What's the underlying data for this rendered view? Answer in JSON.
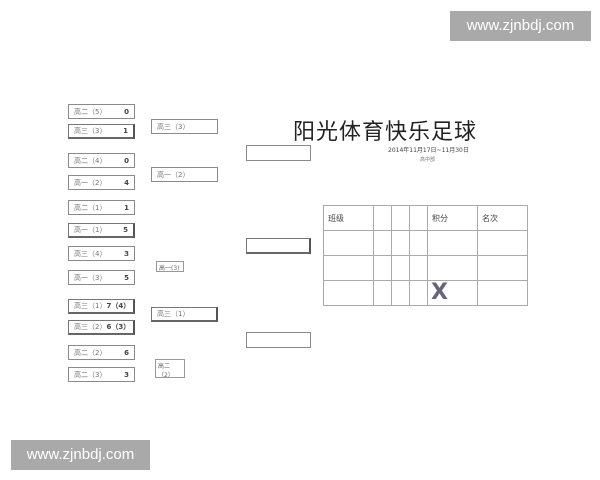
{
  "watermarks": {
    "top": "www.zjnbdj.com",
    "bottom": "www.zjnbdj.com"
  },
  "header": {
    "title": "阳光体育快乐足球",
    "date_range": "2014年11月17日~11月30日",
    "department": "高中部"
  },
  "bracket": {
    "round1": [
      {
        "team": "高二（5）",
        "score": "0"
      },
      {
        "team": "高三（3）",
        "score": "1"
      },
      {
        "team": "高二（4）",
        "score": "0"
      },
      {
        "team": "高一（2）",
        "score": "4"
      },
      {
        "team": "高二（1）",
        "score": "1"
      },
      {
        "team": "高一（1）",
        "score": "5"
      },
      {
        "team": "高三（4）",
        "score": "3"
      },
      {
        "team": "高一（3）",
        "score": "5"
      },
      {
        "team": "高三（1）",
        "score": "7（4）"
      },
      {
        "team": "高三（2）",
        "score": "6（3）"
      },
      {
        "team": "高二（2）",
        "score": "6"
      },
      {
        "team": "高二（3）",
        "score": "3"
      }
    ],
    "round2": [
      {
        "team": "高三（3）"
      },
      {
        "team": "高一（2）"
      },
      {
        "team": "高一(3)"
      },
      {
        "team": "高三（1）"
      },
      {
        "team": "高二（2）"
      }
    ],
    "round3": [
      {
        "team": ""
      },
      {
        "team": ""
      },
      {
        "team": ""
      }
    ]
  },
  "standings": {
    "headers": [
      "班级",
      "",
      "",
      "",
      "积分",
      "名次"
    ],
    "rows": [
      [
        "",
        "",
        "",
        "",
        "",
        ""
      ],
      [
        "",
        "",
        "",
        "",
        "",
        ""
      ],
      [
        "",
        "",
        "",
        "",
        "",
        ""
      ]
    ],
    "mark": "X"
  }
}
